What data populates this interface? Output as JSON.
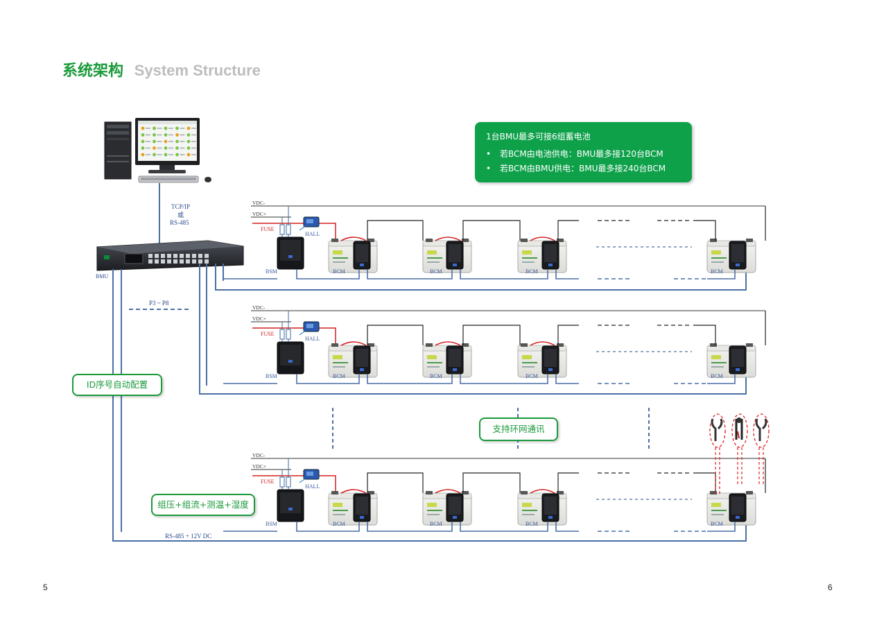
{
  "title": {
    "cn": "系统架构",
    "en": "System Structure"
  },
  "info_box": {
    "heading": "1台BMU最多可接6组蓄电池",
    "bullets": [
      "若BCM由电池供电：BMU最多接120台BCM",
      "若BCM由BMU供电：BMU最多接240台BCM"
    ]
  },
  "labels": {
    "tcp_ip": "TCP/IP",
    "or": "或",
    "rs485": "RS-485",
    "bmu": "BMU",
    "p3_p8": "P3 ~ P8",
    "vdc_minus": "VDC-",
    "vdc_plus": "VDC+",
    "fuse": "FUSE",
    "hall": "HALL",
    "bsm": "BSM",
    "bcm": "BCM",
    "bus": "RS-485 + 12V DC"
  },
  "pills": {
    "id_config": "ID序号自动配置",
    "ring_comm": "支持环网通讯",
    "measure": "组压+组流+测温+湿度"
  },
  "page_numbers": {
    "left": "5",
    "right": "6"
  },
  "colors": {
    "brand_green": "#1a9a3a",
    "info_green": "#0ea14a",
    "bus_blue": "#4a6fa5",
    "positive_red": "#d42020",
    "fuse_red": "#d02020",
    "dash_red": "#e02020"
  }
}
